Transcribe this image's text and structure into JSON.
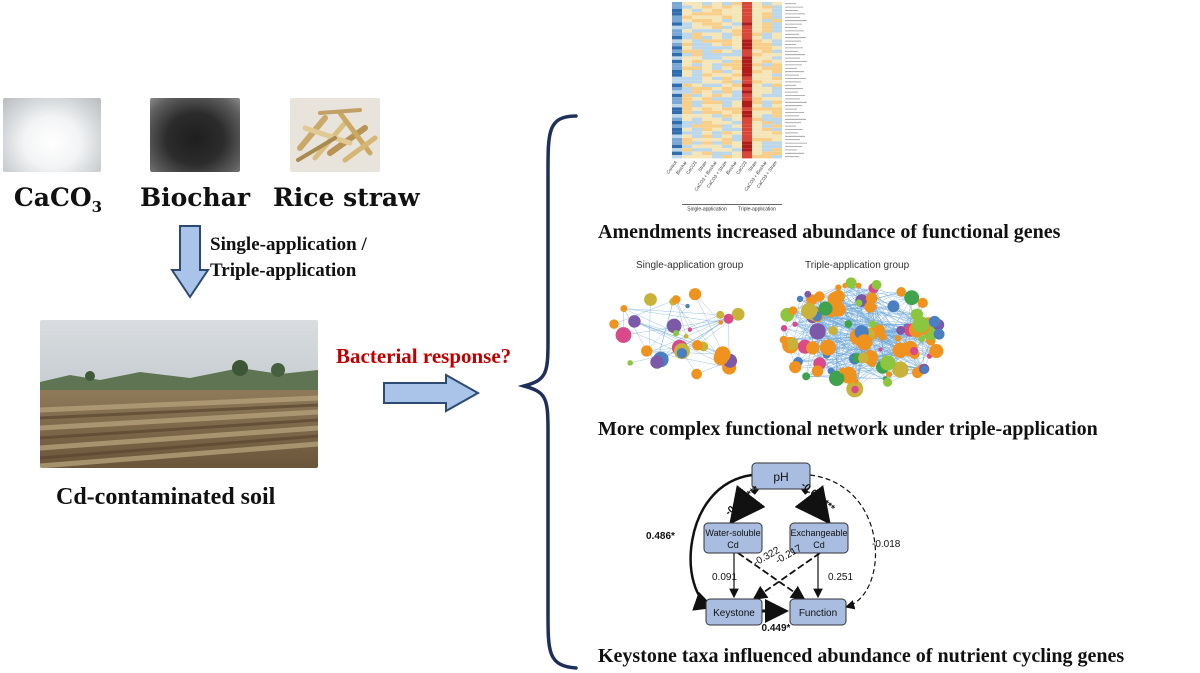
{
  "materials": [
    {
      "label": "CaCO",
      "sub": "3",
      "color": "#e9ecee"
    },
    {
      "label": "Biochar",
      "sub": "",
      "color": "#2b2b2b"
    },
    {
      "label": "Rice straw",
      "sub": "",
      "color": "#c9a86a"
    }
  ],
  "application": {
    "line1": "Single-application /",
    "line2": "Triple-application"
  },
  "soil": {
    "label": "Cd-contaminated soil"
  },
  "question": {
    "label": "Bacterial response?",
    "color": "#c00000"
  },
  "heatmap": {
    "x_labels": [
      "Control",
      "Biochar",
      "CaCO3",
      "Straw",
      "CaCO3 + Biochar",
      "CaCO3 + Straw",
      "Biochar",
      "CaCO3",
      "Straw",
      "CaCO3 + Biochar",
      "CaCO3 + Straw"
    ],
    "groups": [
      "Single-application",
      "Triple-application"
    ]
  },
  "network": {
    "left_title": "Single-application group",
    "right_title": "Triple-application group"
  },
  "sem": {
    "nodes": {
      "ph": "pH",
      "water_line1": "Water-soluble",
      "water_line2": "Cd",
      "exch_line1": "Exchangeable",
      "exch_line2": "Cd",
      "keystone": "Keystone",
      "function": "Function"
    },
    "paths": {
      "ph_water": "-0.728***",
      "ph_exch": "-0.622***",
      "ph_keystone": "0.486*",
      "ph_function": "-0.018",
      "water_exch_cross1": "-0.322",
      "water_exch_cross2": "-0.217",
      "water_keystone": "0.091",
      "exch_function": "0.251",
      "keystone_function": "0.449*"
    }
  },
  "captions": {
    "c1": "Amendments increased abundance of functional genes",
    "c2": "More complex functional network under triple-application",
    "c3": "Keystone taxa  influenced abundance of nutrient cycling genes"
  }
}
